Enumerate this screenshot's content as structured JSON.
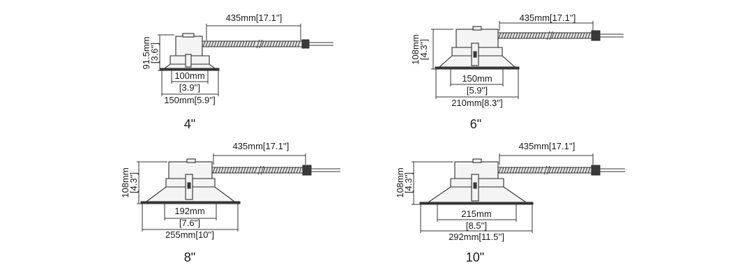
{
  "fixtures": [
    {
      "size_label": "4\"",
      "cable_length": "435mm[17.1'']",
      "height_mm": "91.5mm",
      "height_in": "[3.6'']",
      "cutout_mm": "100mm",
      "cutout_in": "[3.9'']",
      "trim": "150mm[5.9'']"
    },
    {
      "size_label": "6\"",
      "cable_length": "435mm[17.1'']",
      "height_mm": "108mm",
      "height_in": "[4.3'']",
      "cutout_mm": "150mm",
      "cutout_in": "[5.9'']",
      "trim": "210mm[8.3'']"
    },
    {
      "size_label": "8\"",
      "cable_length": "435mm[17.1'']",
      "height_mm": "108mm",
      "height_in": "[4.3'']",
      "cutout_mm": "192mm",
      "cutout_in": "[7.6'']",
      "trim": "255mm[10'']"
    },
    {
      "size_label": "10\"",
      "cable_length": "435mm[17.1'']",
      "height_mm": "108mm",
      "height_in": "[4.3'']",
      "cutout_mm": "215mm",
      "cutout_in": "[8.5'']",
      "trim": "292mm[11.5'']"
    }
  ]
}
